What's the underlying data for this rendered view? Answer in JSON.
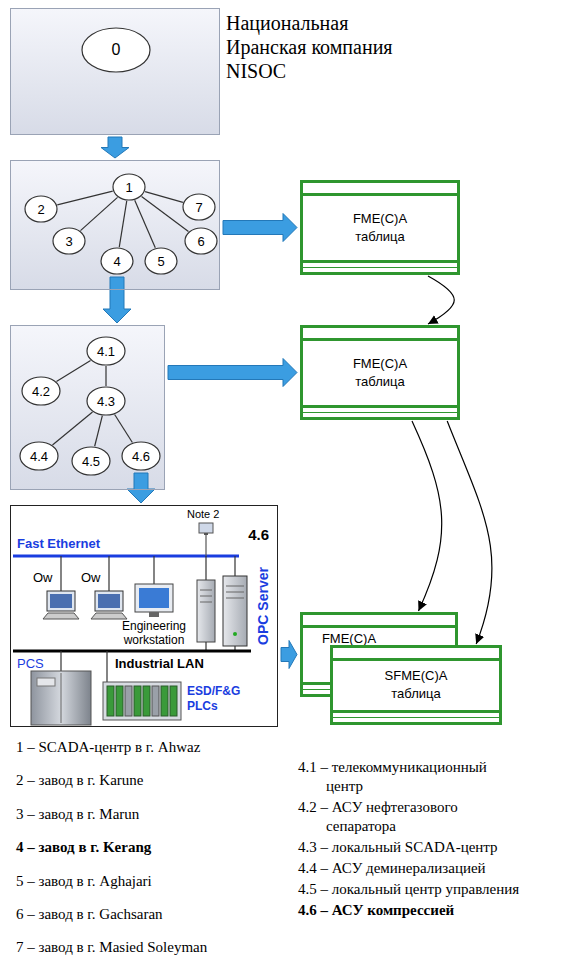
{
  "diagram": {
    "nodes": [
      {
        "text": [
          "Национальная Иранская компания NISOC"
        ]
      },
      {
        "text": [
          "0"
        ],
        "in": 0
      },
      {},
      {
        "text": [
          "1"
        ],
        "in": 2
      },
      {
        "text": [
          "2"
        ],
        "in": 2
      },
      {
        "text": [
          "3"
        ],
        "in": 2
      },
      {
        "text": [
          "4"
        ],
        "in": 2
      },
      {
        "text": [
          "5"
        ],
        "in": 2
      },
      {
        "text": [
          "6"
        ],
        "in": 2
      },
      {
        "text": [
          "7"
        ],
        "in": 2
      },
      {
        "text": [
          "FME(C)A таблица"
        ]
      },
      {},
      {
        "text": [
          "4.1"
        ],
        "in": 11
      },
      {
        "text": [
          "4.2"
        ],
        "in": 11
      },
      {
        "text": [
          "4.3"
        ],
        "in": 11
      },
      {
        "text": [
          "4.4"
        ],
        "in": 11
      },
      {
        "text": [
          "4.5"
        ],
        "in": 11
      },
      {
        "text": [
          "4.6"
        ],
        "in": 11
      },
      {
        "text": [
          "FME(C)A таблица"
        ]
      },
      {
        "text": [
          "4.6"
        ]
      },
      {
        "text": [
          "FME(C)A"
        ]
      },
      {
        "text": [
          "SFME(C)A таблица"
        ]
      }
    ],
    "edges": [
      {
        "from": 0,
        "to": 2,
        "arrow": "to"
      },
      {
        "from": 2,
        "to": 10,
        "arrow": "to"
      },
      {
        "from": 6,
        "to": 11,
        "arrow": "to"
      },
      {
        "from": 11,
        "to": 18,
        "arrow": "to"
      },
      {
        "from": 17,
        "to": 19,
        "arrow": "to"
      },
      {
        "from": 19,
        "to": 20,
        "arrow": "to"
      },
      {
        "from": 10,
        "to": 18,
        "arrow": "to"
      },
      {
        "from": 18,
        "to": 20,
        "arrow": "to"
      },
      {
        "from": 18,
        "to": 21,
        "arrow": "to"
      },
      {
        "from": 3,
        "to": 4,
        "arrow": "none"
      },
      {
        "from": 3,
        "to": 5,
        "arrow": "none"
      },
      {
        "from": 3,
        "to": 6,
        "arrow": "none"
      },
      {
        "from": 3,
        "to": 7,
        "arrow": "none"
      },
      {
        "from": 3,
        "to": 8,
        "arrow": "none"
      },
      {
        "from": 3,
        "to": 9,
        "arrow": "none"
      },
      {
        "from": 12,
        "to": 13,
        "arrow": "none"
      },
      {
        "from": 12,
        "to": 14,
        "arrow": "none"
      },
      {
        "from": 14,
        "to": 15,
        "arrow": "none"
      },
      {
        "from": 14,
        "to": 16,
        "arrow": "none"
      },
      {
        "from": 14,
        "to": 17,
        "arrow": "none"
      }
    ],
    "labels": [
      "Note 2",
      "Fast Ethernet",
      "Ow",
      "Ow",
      "Engineering workstation",
      "OPC Server",
      "PCS",
      "Industrial LAN",
      "ESD/F&G PLCs",
      "1 – SCADA-центр в г. Ahwaz",
      "2 – завод в г. Karune",
      "3 – завод в г. Marun",
      "4 – завод в г. Kerang",
      "5 – завод в г. Aghajari",
      "6 – завод в г. Gachsaran",
      "7 – завод в г. Masied Soleyman",
      "4.1 – телекоммуникационный центр",
      "4.2 – АСУ нефтегазового сепаратора",
      "4.3 – локальный SCADA-центр",
      "4.4 – АСУ деминерализацией",
      "4.5 – локальный центр управления",
      "4.6 – АСУ компрессией"
    ]
  }
}
